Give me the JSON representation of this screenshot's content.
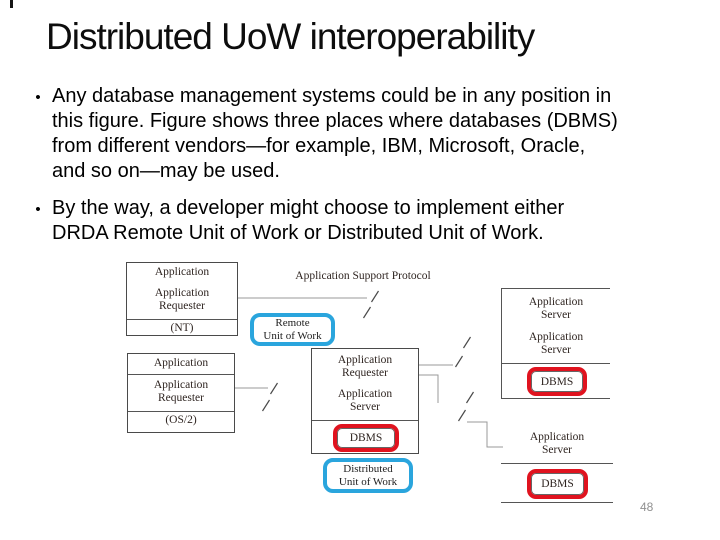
{
  "slide": {
    "title": "Distributed UoW interoperability",
    "bullet_char": "•",
    "bullets": [
      "Any database management systems could be in any position in\nthis figure. Figure shows three places where databases (DBMS)\nfrom different vendors—for example, IBM, Microsoft, Oracle,\nand so on—may be used.",
      "By the way, a developer might choose to implement either\nDRDA Remote Unit of Work or Distributed Unit of Work."
    ],
    "page_number": "48"
  },
  "diagram": {
    "protocol_label": "Application Support Protocol",
    "remote_uow": "Remote\nUnit of Work",
    "distributed_uow": "Distributed\nUnit of Work",
    "nt_client": {
      "application": "Application",
      "requester": "Application\nRequester",
      "platform": "(NT)"
    },
    "os2_client": {
      "application": "Application",
      "requester": "Application\nRequester",
      "platform": "(OS/2)"
    },
    "middle_server": {
      "requester": "Application\nRequester",
      "server": "Application\nServer",
      "dbms": "DBMS"
    },
    "right_top_server": {
      "server_a": "Application\nServer",
      "server_b": "Application\nServer",
      "dbms": "DBMS"
    },
    "right_bottom_server": {
      "server": "Application\nServer",
      "dbms": "DBMS"
    },
    "colors": {
      "highlight_blue": "#2aa5dd",
      "highlight_red": "#e0131f"
    }
  }
}
